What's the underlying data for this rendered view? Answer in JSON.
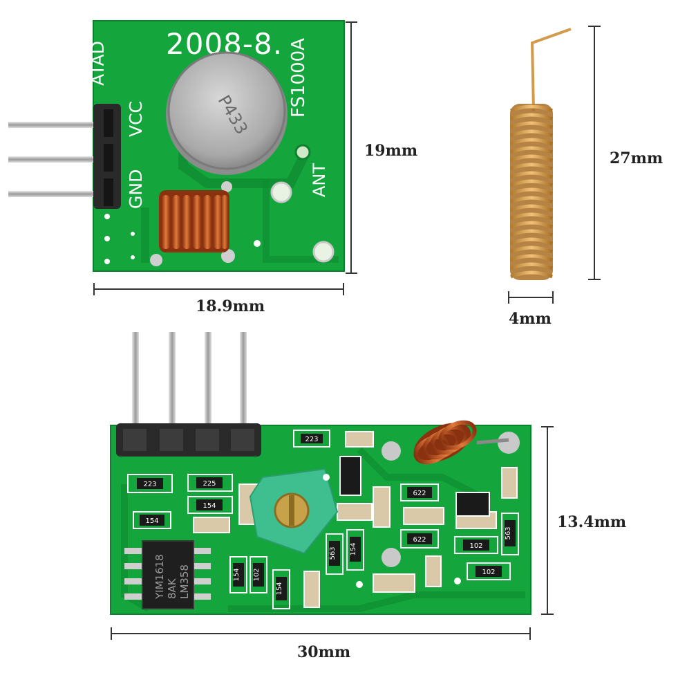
{
  "transmitter": {
    "date_code": "2008-8.",
    "model": "FS1000A",
    "can_marking": "P433",
    "pin_labels": [
      "ATAD",
      "VCC",
      "GND"
    ],
    "ant_label": "ANT",
    "width_label": "18.9mm",
    "height_label": "19mm"
  },
  "antenna": {
    "length_label": "27mm",
    "diameter_label": "4mm"
  },
  "receiver": {
    "chip_lines": [
      "LM358",
      "8AK",
      "YIM1618"
    ],
    "smd_codes": [
      "223",
      "223",
      "225",
      "154",
      "154",
      "102",
      "154",
      "563",
      "154",
      "622",
      "622",
      "102",
      "102",
      "563"
    ],
    "width_label": "30mm",
    "height_label": "13.4mm"
  },
  "colors": {
    "pcb_green": "#14a63c",
    "pcb_dark": "#0e8a30",
    "copper": "#c8561b",
    "metal": "#bfbfbf",
    "header": "#2a2a2a"
  }
}
